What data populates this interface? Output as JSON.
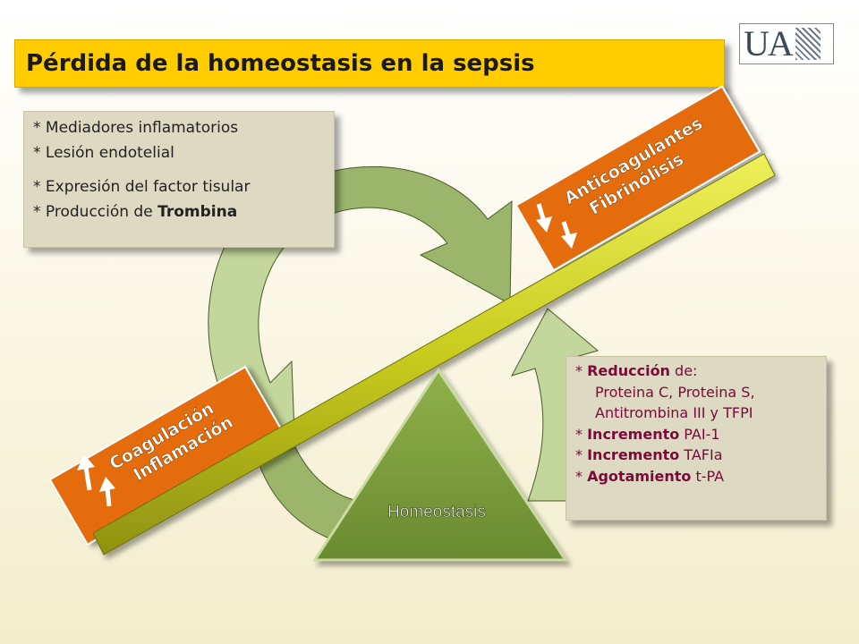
{
  "slide": {
    "title": "Pérdida de la homeostasis en la sepsis",
    "logo_text": "UA",
    "left_box": {
      "line1": "* Mediadores inflamatorios",
      "line2": "* Lesión endotelial",
      "line3": "* Expresión del factor tisular",
      "line4_prefix": "* Producción de ",
      "line4_bold": "Trombina"
    },
    "right_box": {
      "line1_star": "* ",
      "line1_bold": "Reducción",
      "line1_rest": " de:",
      "line2": "Proteina C, Proteina S,",
      "line3": "Antitrombina III y TFPI",
      "line4_star": "* ",
      "line4_bold": "Incremento",
      "line4_rest": " PAI-1",
      "line5_star": "* ",
      "line5_bold": "Incremento",
      "line5_rest": " TAFIa",
      "line6_star": "* ",
      "line6_bold": "Agotamiento",
      "line6_rest": " t-PA"
    },
    "left_label": {
      "line1": "Coagulación",
      "line2": "Inflamación"
    },
    "right_label": {
      "line1": "Anticoagulantes",
      "line2": "Fibrinólisis"
    },
    "fulcrum_label": "Homeostasis",
    "colors": {
      "title_bg": "#ffcc00",
      "label_orange": "#e46c0a",
      "beam": "#c8cc1e",
      "arrow_dark": "#9bbb59",
      "arrow_light": "#c3d69b",
      "triangle": "#77933c",
      "box_bg": "#ddd9c3",
      "accent_text": "#7a0a3a"
    }
  }
}
